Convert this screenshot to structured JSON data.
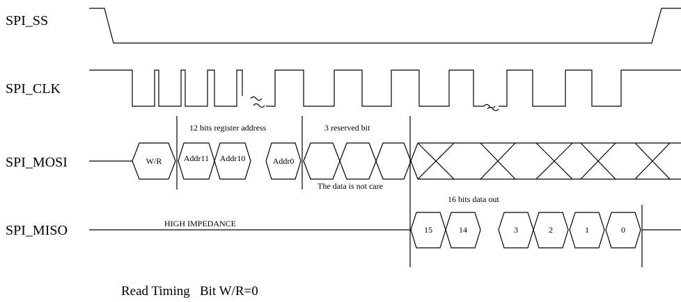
{
  "signals": {
    "ss": "SPI_SS",
    "clk": "SPI_CLK",
    "mosi": "SPI_MOSI",
    "miso": "SPI_MISO"
  },
  "annotations": {
    "address_bits": "12 bits register address",
    "reserved_bits": "3 reserved bit",
    "not_care": "The data is not care",
    "data_out": "16 bits data out",
    "high_impedance": "HIGH IMPEDANCE"
  },
  "mosi_cells": {
    "wr": "W/R",
    "addr11": "Addr11",
    "addr10": "Addr10",
    "addr0": "Addr0"
  },
  "miso_cells": {
    "b15": "15",
    "b14": "14",
    "b3": "3",
    "b2": "2",
    "b1": "1",
    "b0": "0"
  },
  "caption": "Read Timing   Bit W/R=0"
}
